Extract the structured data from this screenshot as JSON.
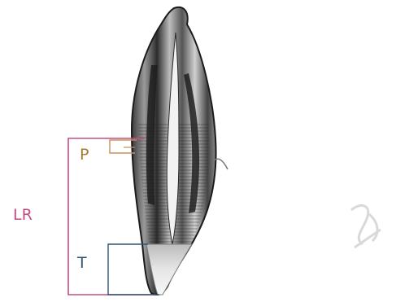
{
  "image": {
    "description_free": true,
    "labels": {
      "lr": "LR",
      "p": "P",
      "t": "T"
    },
    "colors": {
      "lr_bracket": "#c54b86",
      "p_bracket": "#c9915a",
      "t_bracket": "#2f5570",
      "tooth_dark": "#2a2a2a",
      "tooth_light": "#e8e8e8",
      "background": "#ffffff"
    }
  }
}
